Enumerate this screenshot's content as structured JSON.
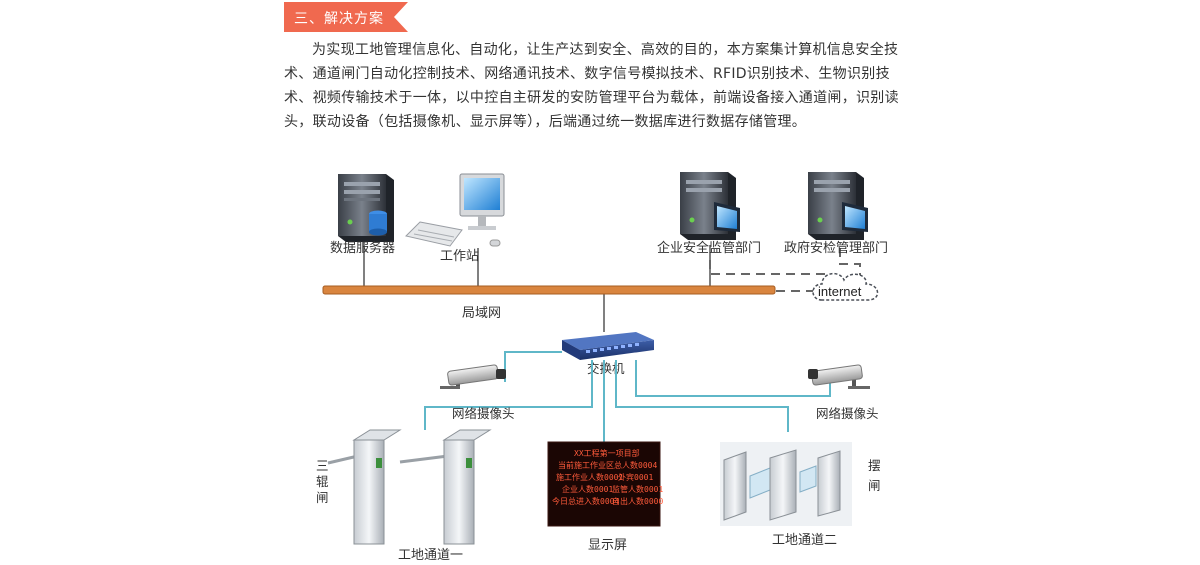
{
  "section": {
    "title": "三、解决方案"
  },
  "intro": {
    "text": "为实现工地管理信息化、自动化，让生产达到安全、高效的目的，本方案集计算机信息安全技术、通道闸门自动化控制技术、网络通讯技术、数字信号模拟技术、RFID识别技术、生物识别技术、视频传输技术于一体，以中控自主研发的安防管理平台为载体，前端设备接入通道闸，识别读头，联动设备（包括摄像机、显示屏等），后端通过统一数据库进行数据存储管理。"
  },
  "diagram": {
    "data_server": "数据服务器",
    "workstation": "工作站",
    "enterprise_dept": "企业安全监管部门",
    "gov_dept": "政府安检管理部门",
    "internet": "internet",
    "lan": "局域网",
    "switch": "交换机",
    "camera_left": "网络摄像头",
    "camera_right": "网络摄像头",
    "tripod_gate_c1": "三",
    "tripod_gate_c2": "辊",
    "tripod_gate_c3": "闸",
    "swing_gate_c1": "摆",
    "swing_gate_c2": "闸",
    "channel_one": "工地通道一",
    "display": "显示屏",
    "channel_two": "工地通道二",
    "led_lines": [
      "XX工程第一项目部",
      "当前施工作业区总人数0004",
      "施工作业人数0001",
      "外宾0001",
      "企业人数0001",
      "监管人数0001",
      "今日总进入数0004",
      "自出人数0000"
    ]
  },
  "colors": {
    "tag": "#f0694f",
    "lan_bus": "#d9853f",
    "network_line": "#5fb7c8",
    "dashed_line": "#666666",
    "led_bg": "#1b0604",
    "led_text": "#ff5b3b"
  }
}
